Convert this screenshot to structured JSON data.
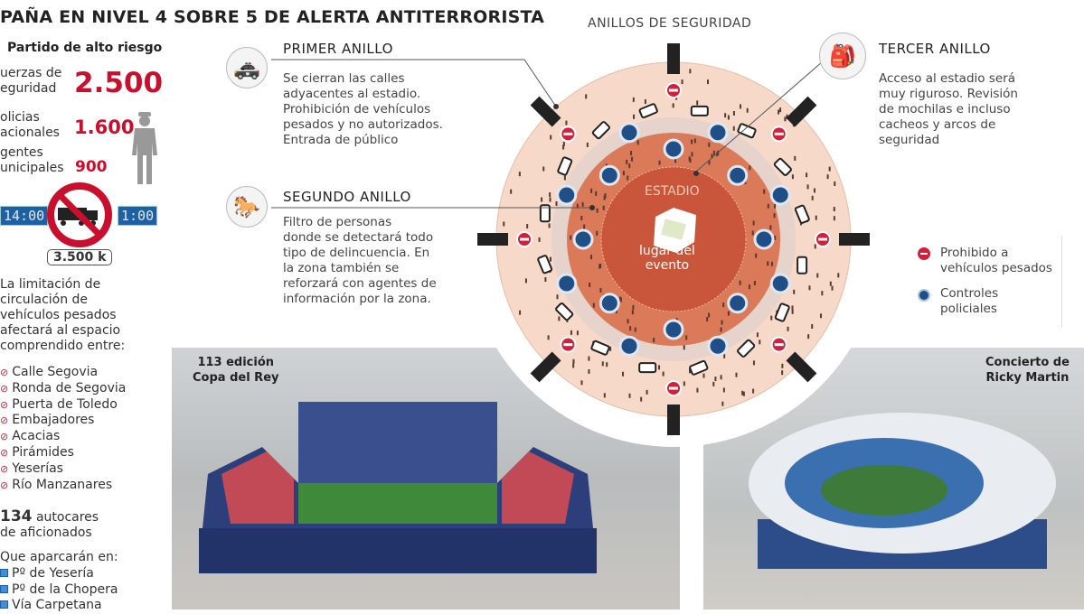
{
  "title": "PAÑA EN NIVEL 4 SOBRE 5 DE ALERTA ANTITERRORISTA",
  "left": {
    "subtitle": "Partido de alto riesgo",
    "stats": [
      {
        "label1": "uerzas de",
        "label2": "eguridad",
        "value": "2.500"
      },
      {
        "label1": "olicias",
        "label2": "acionales",
        "value": "1.600"
      },
      {
        "label1": "gentes",
        "label2": "unicipales",
        "value": "900"
      }
    ],
    "time_start": "14:00",
    "time_end": "1:00",
    "weight": "3.500 k",
    "restriction_text": [
      "La limitación de",
      "circulación de",
      "vehículos pesados",
      "afectará al espacio",
      "comprendido entre:"
    ],
    "streets": [
      "Calle Segovia",
      "Ronda de Segovia",
      "Puerta de Toledo",
      "Embajadores",
      "Acacias",
      "Pirámides",
      "Yeserías",
      "Río Manzanares"
    ],
    "buses_count": "134",
    "buses_label": "autocares",
    "buses_label2": "de aficionados",
    "parking_intro": "Que aparcarán en:",
    "parking": [
      "Pº de Yesería",
      "Pº de la Chopera",
      "Vía Carpetana"
    ]
  },
  "diagram": {
    "heading": "ANILLOS DE SEGURIDAD",
    "stadium_label": "ESTADIO",
    "event_label1": "lugar del",
    "event_label2": "evento",
    "rings": [
      {
        "title": "PRIMER ANILLO",
        "text": [
          "Se cierran las calles",
          "adyacentes al estadio.",
          "Prohibición de vehículos",
          "pesados y no autorizados.",
          "Entrada de público"
        ]
      },
      {
        "title": "SEGUNDO ANILLO",
        "text": [
          "Filtro de personas",
          "donde se detectará todo",
          "tipo de delincuencia. En",
          "la zona también se",
          "reforzará con agentes de",
          "información por la zona."
        ]
      },
      {
        "title": "TERCER ANILLO",
        "text": [
          "Acceso al estadio será",
          "muy riguroso. Revisión",
          "de mochilas e incluso",
          "cacheos y arcos de",
          "seguridad"
        ]
      }
    ],
    "legend": [
      {
        "icon": "no-entry-icon",
        "label1": "Prohibido a",
        "label2": "vehículos pesados",
        "color": "#d0203a"
      },
      {
        "icon": "police-icon",
        "label1": "Controles",
        "label2": "policiales",
        "color": "#1f4f86"
      }
    ]
  },
  "photos": {
    "left_caption1": "113 edición",
    "left_caption2": "Copa del Rey",
    "right_caption1": "Concierto de",
    "right_caption2": "Ricky Martin"
  }
}
